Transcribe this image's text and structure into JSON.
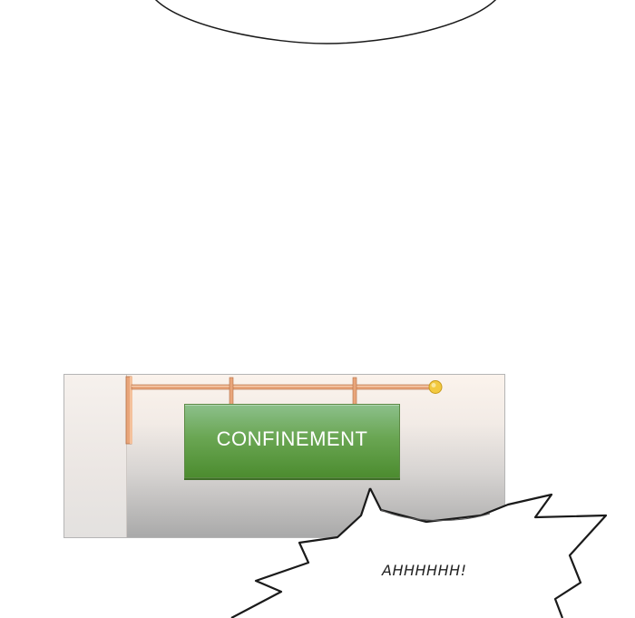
{
  "sign": {
    "label": "CONFINEMENT",
    "color_top": "#8cc08b",
    "color_bottom": "#4c8c2f"
  },
  "rod": {
    "color": "#e8a57a",
    "knob_color": "#f3c93f"
  },
  "shout": {
    "text": "AHHHHHH!"
  },
  "icons": [
    "top-speech-bubble",
    "sign-rod",
    "jagged-shout-bubble"
  ]
}
